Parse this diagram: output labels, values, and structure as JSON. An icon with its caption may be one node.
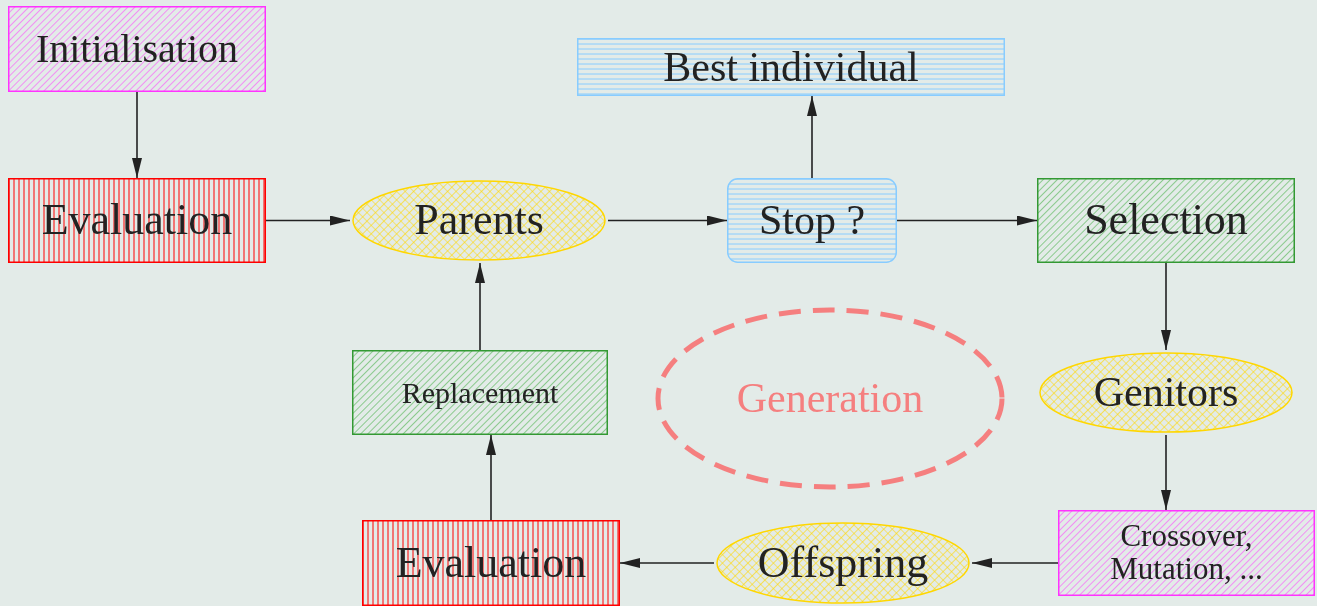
{
  "diagram": {
    "nodes": [
      {
        "text": [
          "Initialisation"
        ]
      },
      {
        "text": [
          "Evaluation"
        ]
      },
      {
        "text": [
          "Parents"
        ]
      },
      {
        "text": [
          "Stop ?"
        ]
      },
      {
        "text": [
          "Best individual"
        ]
      },
      {
        "text": [
          "Selection"
        ]
      },
      {
        "text": [
          "Genitors"
        ]
      },
      {
        "text": [
          "Crossover, Mutation, ..."
        ]
      },
      {
        "text": [
          "Offspring"
        ]
      },
      {
        "text": [
          "Evaluation"
        ]
      },
      {
        "text": [
          "Replacement"
        ]
      },
      {
        "text": [
          "Generation"
        ]
      }
    ],
    "edges": [
      {
        "from": 0,
        "to": 1,
        "arrow": "to"
      },
      {
        "from": 1,
        "to": 2,
        "arrow": "to"
      },
      {
        "from": 2,
        "to": 3,
        "arrow": "to"
      },
      {
        "from": 3,
        "to": 4,
        "arrow": "to"
      },
      {
        "from": 3,
        "to": 5,
        "arrow": "to"
      },
      {
        "from": 5,
        "to": 6,
        "arrow": "to"
      },
      {
        "from": 6,
        "to": 7,
        "arrow": "to"
      },
      {
        "from": 7,
        "to": 8,
        "arrow": "to"
      },
      {
        "from": 8,
        "to": 9,
        "arrow": "to"
      },
      {
        "from": 9,
        "to": 10,
        "arrow": "to"
      },
      {
        "from": 10,
        "to": 2,
        "arrow": "to"
      }
    ]
  }
}
